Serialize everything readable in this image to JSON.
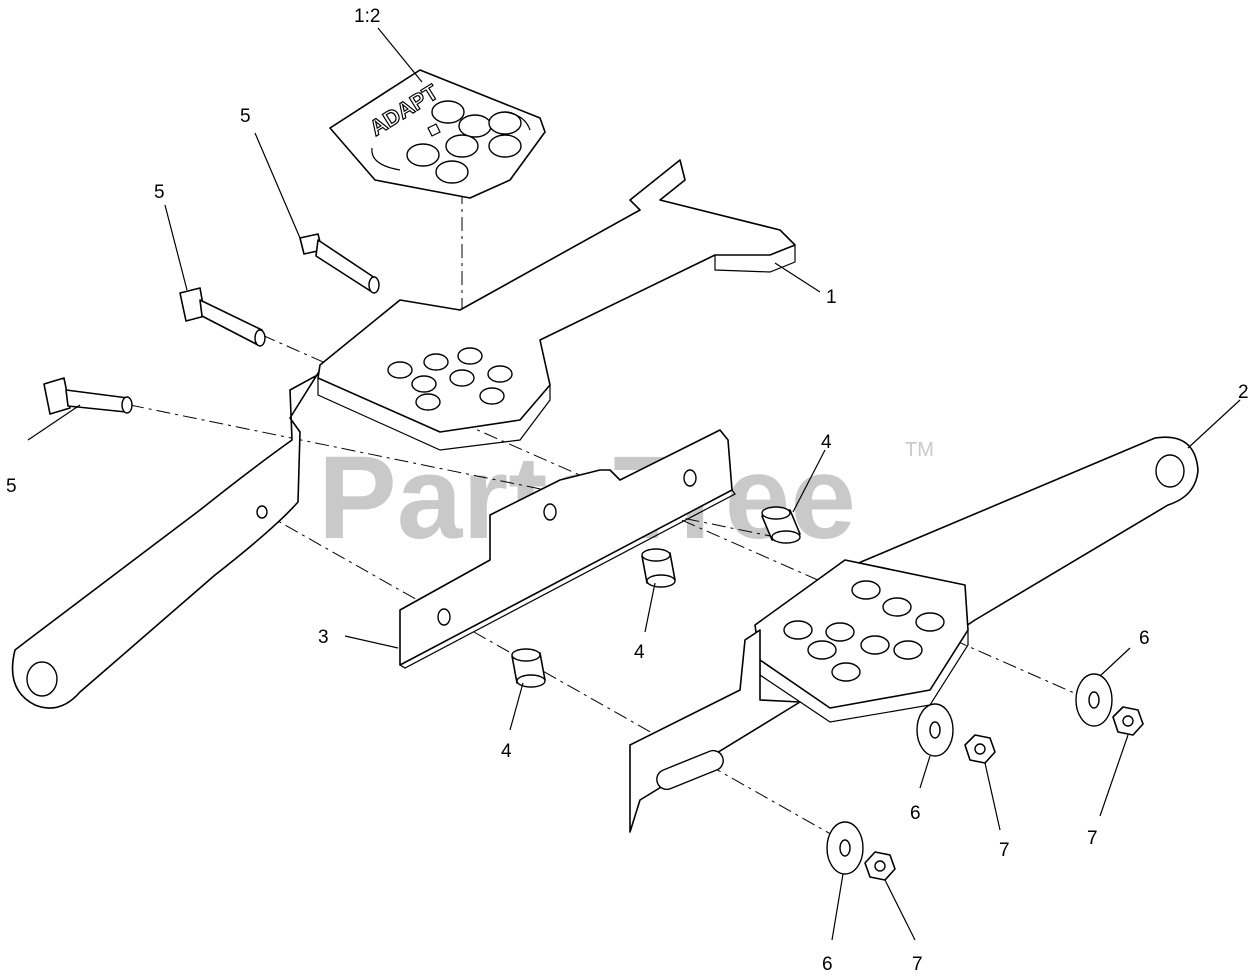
{
  "watermark": {
    "brand": "PartsTree",
    "trademark": "TM"
  },
  "decal": {
    "text": "ADAPT"
  },
  "callouts": [
    {
      "id": "c-1-2",
      "label": "1:2"
    },
    {
      "id": "c-1",
      "label": "1"
    },
    {
      "id": "c-2",
      "label": "2"
    },
    {
      "id": "c-3",
      "label": "3"
    },
    {
      "id": "c-4a",
      "label": "4"
    },
    {
      "id": "c-4b",
      "label": "4"
    },
    {
      "id": "c-4c",
      "label": "4"
    },
    {
      "id": "c-5a",
      "label": "5"
    },
    {
      "id": "c-5b",
      "label": "5"
    },
    {
      "id": "c-5c",
      "label": "5"
    },
    {
      "id": "c-6a",
      "label": "6"
    },
    {
      "id": "c-6b",
      "label": "6"
    },
    {
      "id": "c-6c",
      "label": "6"
    },
    {
      "id": "c-7a",
      "label": "7"
    },
    {
      "id": "c-7b",
      "label": "7"
    },
    {
      "id": "c-7c",
      "label": "7"
    }
  ]
}
